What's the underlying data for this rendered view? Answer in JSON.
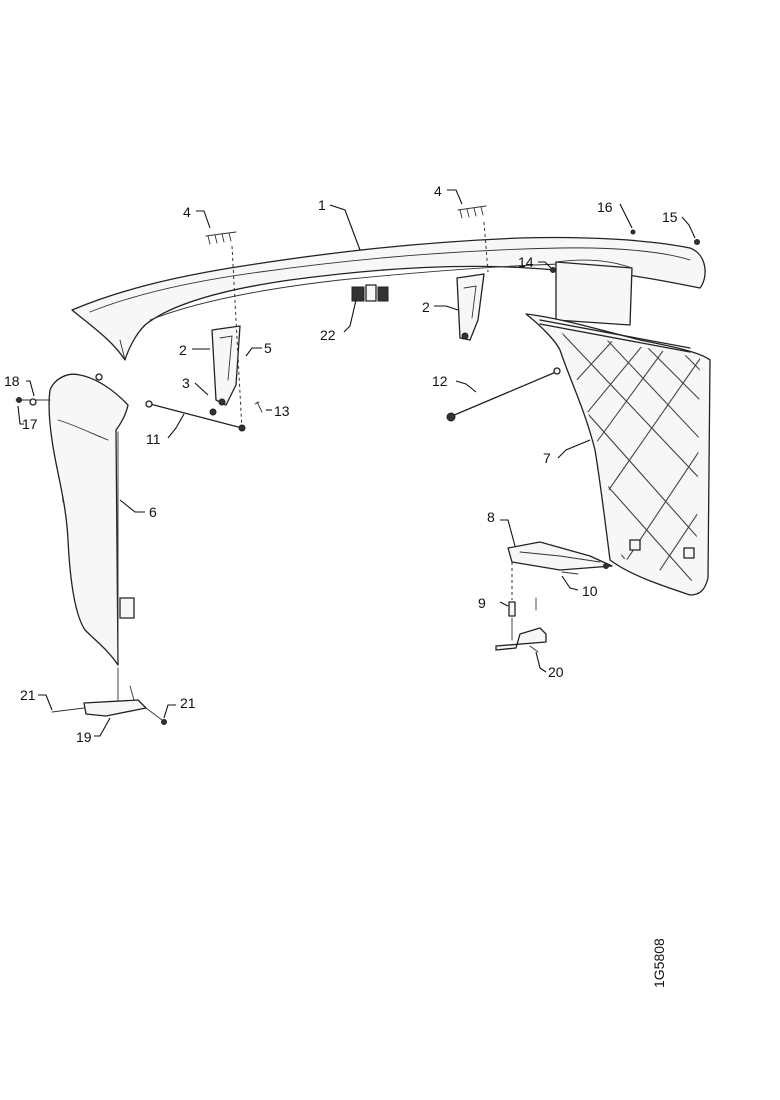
{
  "diagram": {
    "reference_code": "1G5808",
    "callouts": {
      "c1": "1",
      "c2a": "2",
      "c2b": "2",
      "c3": "3",
      "c4a": "4",
      "c4b": "4",
      "c5": "5",
      "c6": "6",
      "c7": "7",
      "c8": "8",
      "c9": "9",
      "c10": "10",
      "c11": "11",
      "c12": "12",
      "c13": "13",
      "c14": "14",
      "c15": "15",
      "c16": "16",
      "c17": "17",
      "c18": "18",
      "c19": "19",
      "c20": "20",
      "c21a": "21",
      "c21b": "21",
      "c22": "22"
    }
  }
}
